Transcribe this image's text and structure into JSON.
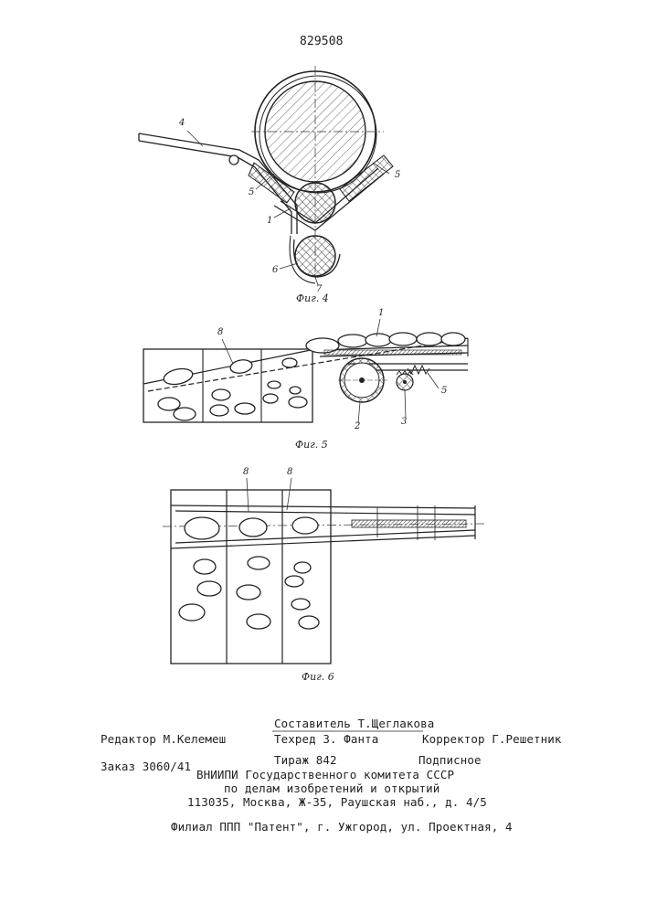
{
  "patent_number": "829508",
  "figures": [
    {
      "caption": "Фиг. 4",
      "labels": [
        "4",
        "5",
        "5",
        "1",
        "6",
        "7"
      ]
    },
    {
      "caption": "Фиг. 5",
      "labels": [
        "8",
        "1",
        "2",
        "3",
        "5"
      ]
    },
    {
      "caption": "Фиг. 6",
      "labels": [
        "8",
        "8"
      ]
    }
  ],
  "footer": {
    "compiler": "Составитель Т.Щеглакова",
    "editor": "Редактор М.Келемеш",
    "techred": "Техред З. Фанта",
    "corrector": "Корректор Г.Решетник",
    "order": "Заказ 3060/41",
    "circulation": "Тираж 842",
    "subscription": "Подписное",
    "org1": "ВНИИПИ Государственного комитета СССР",
    "org2": "по делам изобретений и открытий",
    "address": "113035, Москва, Ж-35, Раушская наб., д. 4/5",
    "branch": "Филиал ППП \"Патент\", г. Ужгород, ул. Проектная, 4"
  }
}
